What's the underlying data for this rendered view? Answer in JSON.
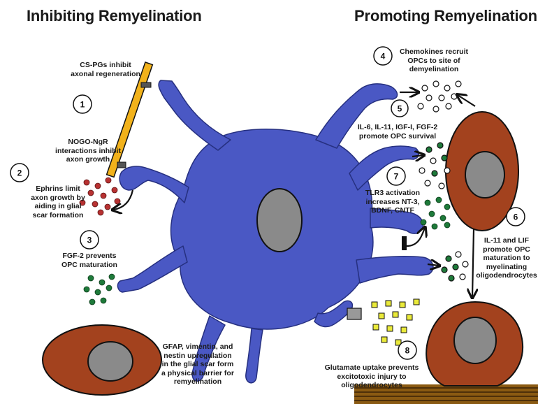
{
  "titles": {
    "left": "Inhibiting Remyelination",
    "right": "Promoting Remyelination"
  },
  "labels": {
    "cspg": [
      "CS-PGs inhibit",
      "axonal regeneration"
    ],
    "nogo": [
      "NOGO-NgR",
      "interactions inhibit",
      "axon growth"
    ],
    "ephrins": [
      "Ephrins limit",
      "axon growth by",
      "aiding in glial",
      "scar formation"
    ],
    "fgf2": [
      "FGF-2 prevents",
      "OPC maturation"
    ],
    "gfap": [
      "GFAP, vimentin, and",
      "nestin upregulation",
      "in the glial scar form",
      "a physical barrier for",
      "remyelination"
    ],
    "chemokines": [
      "Chemokines recruit",
      "OPCs to site of",
      "demyelination"
    ],
    "il6": [
      "IL-6, IL-11, IGF-I, FGF-2",
      "promote OPC survival"
    ],
    "tlr3": [
      "TLR3 activation",
      "increases NT-3,",
      "BDNF, CNTF"
    ],
    "il11": [
      "IL-11 and LIF",
      "promote OPC",
      "maturation to",
      "myelinating",
      "oligodendrocytes"
    ],
    "glutamate": [
      "Glutamate uptake prevents",
      "excitotoxic injury to",
      "oligodendrocytes"
    ]
  },
  "numbers": [
    "1",
    "2",
    "3",
    "4",
    "5",
    "6",
    "7",
    "8"
  ],
  "colors": {
    "astrocyte": "#4a58c4",
    "nucleus": "#8a8a8a",
    "cell_body": "#a3421e",
    "axon_bar": "#f2b21b",
    "ephrin_dots": "#b83232",
    "green_dots": "#1e7a3a",
    "yellow_squares": "#eaea3a",
    "myelin": "#8a5a12"
  }
}
